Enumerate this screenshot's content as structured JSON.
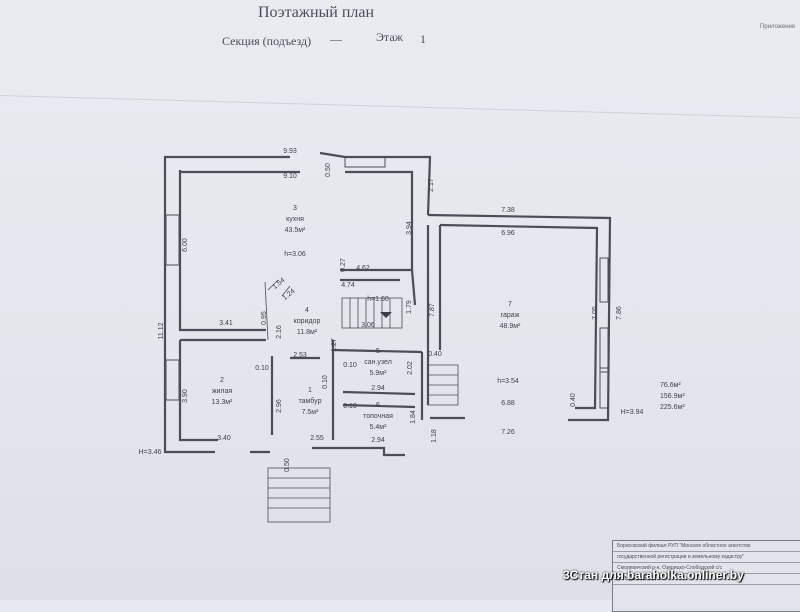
{
  "header": {
    "title": "Поэтажный план",
    "section_label": "Секция (подъезд)",
    "section_value": "—",
    "floor_label": "Этаж",
    "floor_value": "1",
    "corner_note": "Приложение"
  },
  "rooms": [
    {
      "num": "3",
      "name": "кухня",
      "area": "43.5м²",
      "height": "h=3.06"
    },
    {
      "num": "4",
      "name": "коридор",
      "area": "11.8м²"
    },
    {
      "num": "2",
      "name": "жилая",
      "area": "13.3м²"
    },
    {
      "num": "1",
      "name": "тамбур",
      "area": "7.5м²"
    },
    {
      "num": "5",
      "name": "сан.узел",
      "area": "5.9м²"
    },
    {
      "num": "6",
      "name": "топочная",
      "area": "5.4м²"
    },
    {
      "num": "7",
      "name": "гараж",
      "area": "48.9м²",
      "height": "h=3.54"
    }
  ],
  "dims": {
    "d993": "9.93",
    "d910": "9.10",
    "d050_top": "0.50",
    "d217": "2.17",
    "d738": "7.38",
    "d696": "6.96",
    "d600": "6.00",
    "d394a": "3.94",
    "d027": "0.27",
    "d462": "4.62",
    "d474": "4.74",
    "d154": "1.54",
    "d124": "1.24",
    "d095": "0.95",
    "d216": "2.16",
    "d341": "3.41",
    "d1112": "11.12",
    "d160": "h=1.60",
    "d179": "1.79",
    "d306": "3.06",
    "d127": "1.27",
    "d787": "7.87",
    "d705": "7.05",
    "d786": "7.86",
    "d253": "2.53",
    "d010a": "0.10",
    "d010b": "0.10",
    "d010c": "0.10",
    "d010d": "0.10",
    "d202": "2.02",
    "d040a": "0.40",
    "d390": "3.90",
    "d294a": "2.94",
    "d296": "2.96",
    "d184": "1.84",
    "d118": "1.18",
    "d040b": "0.40",
    "d688": "6.88",
    "d726": "7.26",
    "d340": "3.40",
    "d255": "2.55",
    "d294b": "2.94",
    "d050_bot": "0.50",
    "h346": "H=3.46",
    "h394": "H=3.94"
  },
  "totals": [
    "76.6м²",
    "156.9м²",
    "225.6м²"
  ],
  "stamp": {
    "line1": "Борисовский филиал РУП \"Минское областное агентство",
    "line2": "государственной регистрации и земельному кадастру\"",
    "line3": "Смолевичский р-н, Озерицко-Слободской с/с",
    "line4": "д. Прудковщина, 2а"
  },
  "watermark": "3Стан для baraholka.onliner.by"
}
